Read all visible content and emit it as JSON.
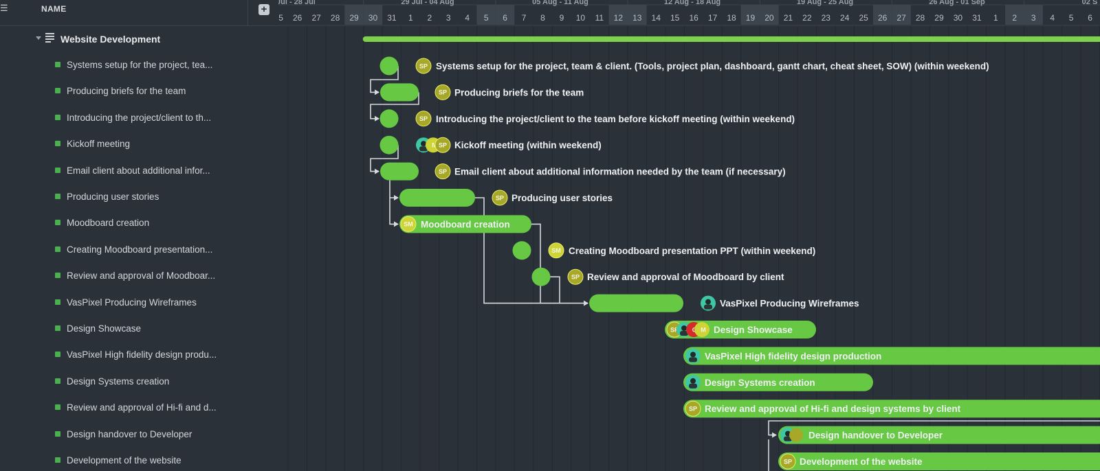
{
  "header": {
    "name_col": "NAME"
  },
  "group": {
    "name": "Website Development"
  },
  "tasks": [
    {
      "name": "Systems setup for the project, tea...",
      "label": "Systems setup for the project, team & client. (Tools, project plan, dashboard, gantt chart, cheat sheet, SOW) (within weekend)",
      "assignee": "SP"
    },
    {
      "name": "Producing briefs for the team",
      "label": "Producing briefs for the team",
      "assignee": "SP"
    },
    {
      "name": "Introducing the project/client to th...",
      "label": "Introducing the project/client to the team before kickoff meeting (within weekend)",
      "assignee": "SP"
    },
    {
      "name": "Kickoff meeting",
      "label": "Kickoff meeting (within weekend)",
      "assignee": "SP"
    },
    {
      "name": "Email client about additional infor...",
      "label": "Email client about additional information needed by the team (if necessary)",
      "assignee": "SP"
    },
    {
      "name": "Producing user stories",
      "label": "Producing user stories",
      "assignee": "SP"
    },
    {
      "name": "Moodboard creation",
      "label": "Moodboard creation",
      "assignee": "SM"
    },
    {
      "name": "Creating Moodboard presentation...",
      "label": "Creating Moodboard presentation PPT (within weekend)",
      "assignee": "SM"
    },
    {
      "name": "Review and approval of Moodboar...",
      "label": "Review and approval of Moodboard by client",
      "assignee": "SP"
    },
    {
      "name": "VasPixel Producing Wireframes",
      "label": "VasPixel Producing Wireframes",
      "assignee": ""
    },
    {
      "name": "Design Showcase",
      "label": "Design Showcase",
      "assignee": "SP"
    },
    {
      "name": "VasPixel High fidelity design produ...",
      "label": "VasPixel High fidelity design production",
      "assignee": ""
    },
    {
      "name": "Design Systems creation",
      "label": "Design Systems creation",
      "assignee": ""
    },
    {
      "name": "Review and approval of Hi-fi and d...",
      "label": "Review and approval of Hi-fi and design systems by client",
      "assignee": "SP"
    },
    {
      "name": "Design handover to Developer",
      "label": "Design handover to Developer",
      "assignee": ""
    },
    {
      "name": "Development of the website",
      "label": "Development of the website",
      "assignee": "SP"
    }
  ],
  "timeline": {
    "weeks": [
      "Jul - 28 Jul",
      "29 Jul - 04 Aug",
      "05 Aug - 11 Aug",
      "12 Aug - 18 Aug",
      "19 Aug - 25 Aug",
      "26 Aug - 01 Sep",
      "02 S"
    ],
    "days": [
      "25",
      "26",
      "27",
      "28",
      "29",
      "30",
      "31",
      "1",
      "2",
      "3",
      "4",
      "5",
      "6",
      "7",
      "8",
      "9",
      "10",
      "11",
      "12",
      "13",
      "14",
      "15",
      "16",
      "17",
      "18",
      "19",
      "20",
      "21",
      "22",
      "23",
      "24",
      "25",
      "26",
      "27",
      "28",
      "29",
      "30",
      "31",
      "1",
      "2",
      "3",
      "4",
      "5",
      "6"
    ]
  },
  "assignee_labels": {
    "c": "C",
    "m": "M"
  },
  "colors": {
    "bar": "#66c843",
    "summary": "#7ed14c",
    "avatar_sp": "#a8a828",
    "avatar_sm": "#cfd436",
    "avatar_c": "#d42a2a",
    "connector": "#d6dadd",
    "weekend": "#353c45",
    "bg": "#2b3139"
  }
}
